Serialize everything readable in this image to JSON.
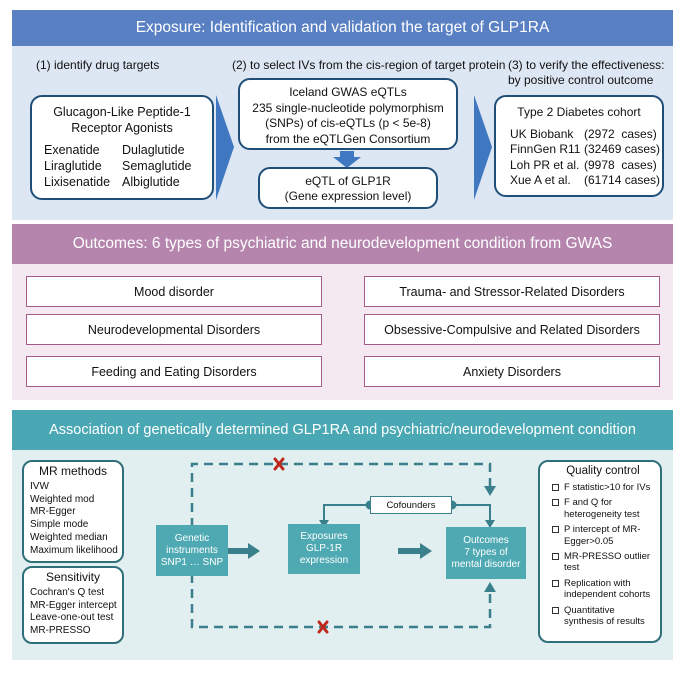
{
  "exposure": {
    "title": "Exposure: Identification and validation the target of GLP1RA",
    "step1_label": "(1) identify drug targets",
    "step2_label": "(2) to select IVs from the cis-region of target protein",
    "step3_label_line1": "(3) to verify the effectiveness:",
    "step3_label_line2": "by positive control outcome",
    "drug_box": {
      "title_line1": "Glucagon-Like Peptide-1",
      "title_line2": "Receptor Agonists",
      "drugs_left": [
        "Exenatide",
        "Liraglutide",
        "Lixisenatide"
      ],
      "drugs_right": [
        "Dulaglutide",
        "Semaglutide",
        "Albiglutide"
      ]
    },
    "eqtl_box": {
      "lines": [
        "Iceland GWAS eQTLs",
        "235 single-nucleotide polymorphism",
        "(SNPs) of cis-eQTLs (p < 5e-8)",
        "from the eQTLGen Consortium"
      ]
    },
    "glp1r_box": {
      "line1": "eQTL of GLP1R",
      "line2": "(Gene expression level)"
    },
    "t2d_box": {
      "title": "Type 2 Diabetes cohort",
      "rows": [
        {
          "name": "UK Biobank",
          "cases": "(2972  cases)"
        },
        {
          "name": "FinnGen R11",
          "cases": "(32469 cases)"
        },
        {
          "name": "Loh PR et al.",
          "cases": "(9978  cases)"
        },
        {
          "name": "Xue A et al.",
          "cases": "(61714 cases)"
        }
      ]
    }
  },
  "outcomes": {
    "title": "Outcomes: 6 types of psychiatric and  neurodevelopment condition from GWAS",
    "items": [
      "Mood disorder",
      "Trauma- and Stressor-Related Disorders",
      "Neurodevelopmental Disorders",
      "Obsessive-Compulsive and Related Disorders",
      "Feeding and Eating Disorders",
      "Anxiety Disorders"
    ]
  },
  "association": {
    "title": "Association of genetically determined GLP1RA and psychiatric/neurodevelopment condition",
    "mr_methods": {
      "title": "MR methods",
      "items": [
        "IVW",
        "Weighted mod",
        "MR-Egger",
        "Simple mode",
        "Weighted median",
        "Maximum likelihood"
      ]
    },
    "sensitivity": {
      "title": "Sensitivity",
      "items": [
        "Cochran's Q test",
        "MR-Egger intercept",
        "Leave-one-out test",
        "MR-PRESSO"
      ]
    },
    "genetic": {
      "line1": "Genetic",
      "line2": "instruments",
      "line3": "SNP1 … SNP"
    },
    "exposures": {
      "line1": "Exposures",
      "line2": "GLP-1R",
      "line3": "expression"
    },
    "outcomes_box": {
      "line1": "Outcomes",
      "line2": "7 types of",
      "line3": "mental disorder"
    },
    "cofounders": "Cofounders",
    "quality_control": {
      "title": "Quality control",
      "items": [
        "F statistic>10 for IVs",
        "F and Q for heterogeneity test",
        "P intercept of MR-Egger>0.05",
        "MR-PRESSO outlier test",
        "Replication with independent cohorts",
        "Quantitative synthesis of results"
      ]
    },
    "colors": {
      "teal": "#4ea9b3",
      "band": "#4aa8b4",
      "cross": "#c0271b"
    }
  },
  "colors": {
    "exposure_band": "#5a80c4",
    "exposure_bg": "#dde6f3",
    "outcome_band": "#b585ae",
    "outcome_bg": "#f5e9f1",
    "assoc_bg": "#e2eff0",
    "chevron": "#3f78c0"
  }
}
